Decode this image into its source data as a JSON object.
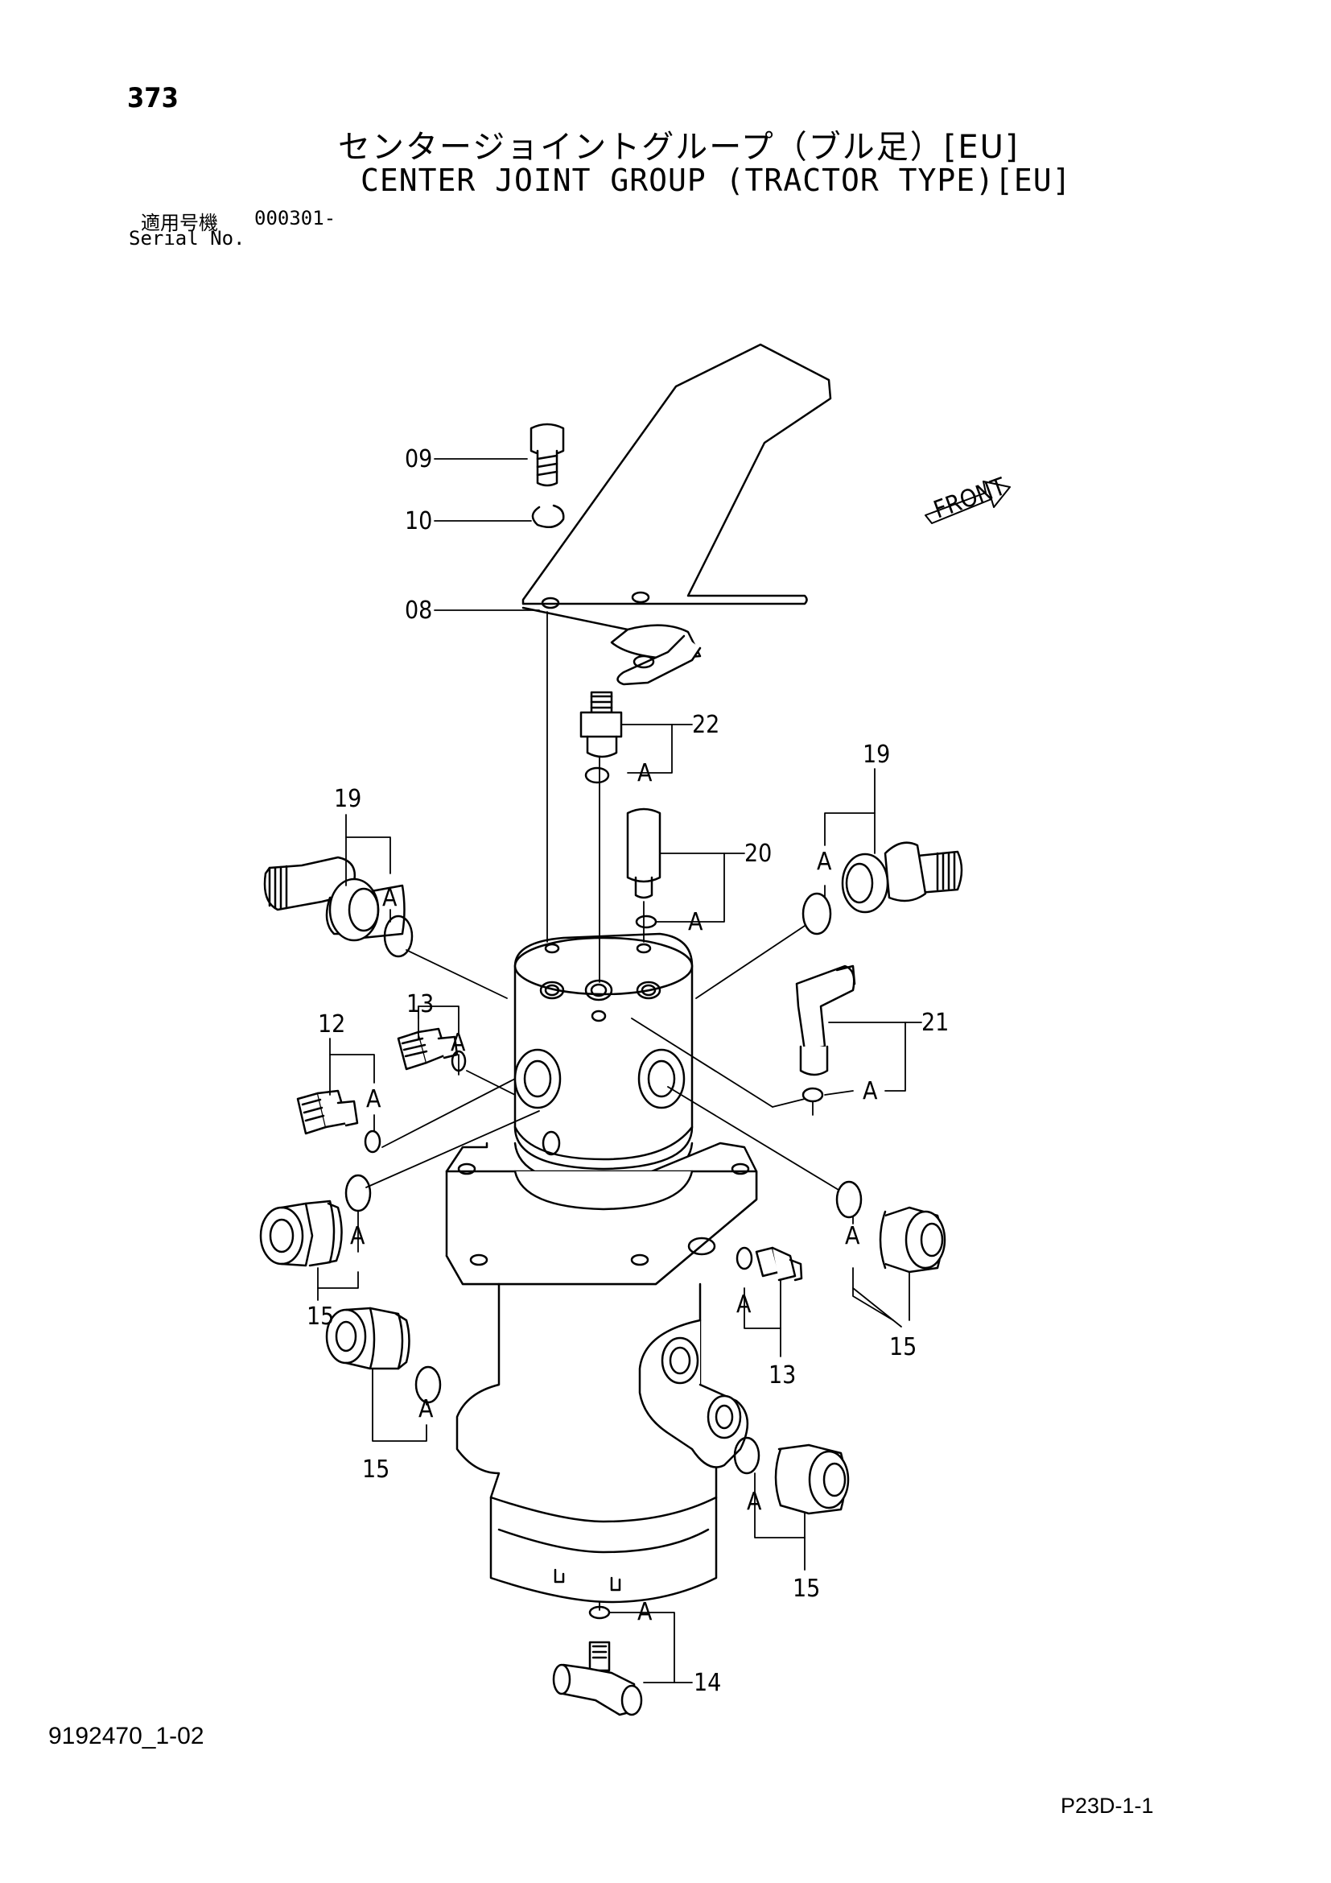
{
  "header": {
    "page_number": "373",
    "title_jp": "センタージョイントグループ（ブル足）[EU]",
    "title_en": "CENTER JOINT GROUP (TRACTOR TYPE)[EU]",
    "serial_label_jp": "適用号機",
    "serial_value": "000301-",
    "serial_label_en": "Serial No."
  },
  "diagram": {
    "front_label": "FRONT",
    "callouts": {
      "c09": "09",
      "c10": "10",
      "c08": "08",
      "c22": "22",
      "c20": "20",
      "c19l": "19",
      "c19r": "19",
      "c21": "21",
      "c13l": "13",
      "c12": "12",
      "c15l1": "15",
      "c15l2": "15",
      "c15r1": "15",
      "c15r2": "15",
      "c13r": "13",
      "c14": "14"
    },
    "marker_a": "A"
  },
  "footer": {
    "doc_id": "9192470_1-02",
    "page_code": "P23D-1-1"
  }
}
